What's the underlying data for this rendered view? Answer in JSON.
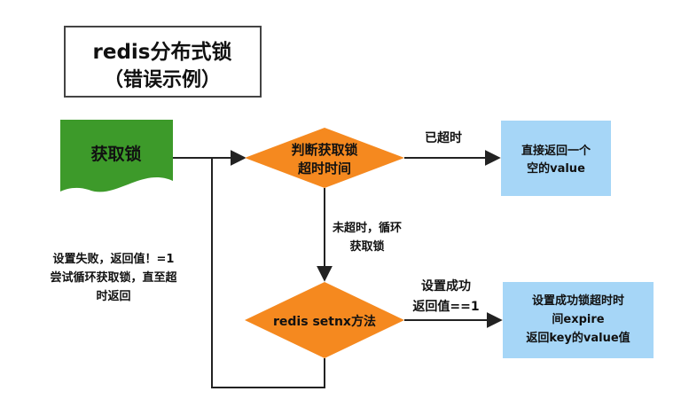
{
  "title": {
    "line1": "redis分布式锁",
    "line2": "（错误示例）"
  },
  "nodes": {
    "start": {
      "label": "获取锁"
    },
    "check_timeout": {
      "line1": "判断获取锁",
      "line2": "超时时间"
    },
    "setnx": {
      "label": "redis setnx方法"
    },
    "return_empty": {
      "line1": "直接返回一个",
      "line2": "空的value"
    },
    "set_expire": {
      "line1": "设置成功锁超时时",
      "line2": "间expire",
      "line3": "返回key的value值"
    }
  },
  "edges": {
    "timed_out": {
      "label": "已超时"
    },
    "not_timed_out": {
      "line1": "未超时，循环",
      "line2": "获取锁"
    },
    "set_success": {
      "line1": "设置成功",
      "line2": "返回值==1"
    },
    "set_fail": {
      "line1": "设置失败，返回值！=1",
      "line2": "尝试循环获取锁，直至超",
      "line3": "时返回"
    }
  },
  "colors": {
    "start_fill": "#3d9a2a",
    "decision_fill": "#f5891f",
    "terminal_fill": "#a6d6f7",
    "edge": "#222222"
  }
}
